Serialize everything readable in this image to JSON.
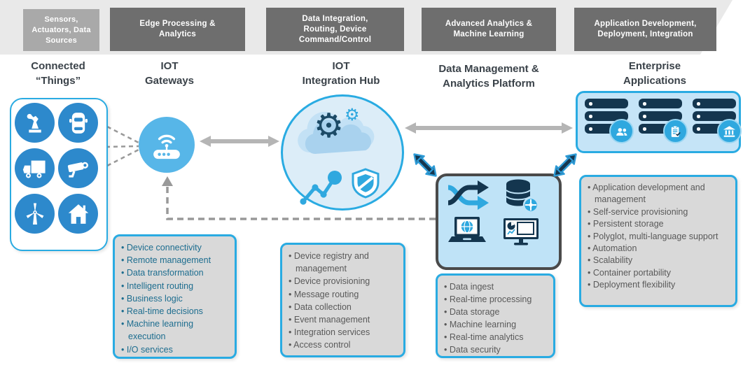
{
  "colors": {
    "accent_blue": "#29abe2",
    "icon_blue": "#2d89cc",
    "gateway_blue": "#57b6e8",
    "dark_navy": "#14364f",
    "light_blue_fill": "#c5e4f7",
    "hub_fill": "#dcedf8",
    "list_box_gray": "#d9d9d9",
    "list_text_gray": "#595959",
    "list_text_teal": "#1d6d8f",
    "stage_dark_gray": "#6e6e6e",
    "stage_light_gray": "#a9a9a9",
    "banner_gray": "#e9e9e9",
    "arrow_gray": "#b5b5b5",
    "dashed_gray": "#999999",
    "heading_text": "#3a4249"
  },
  "banner": {
    "stages": [
      {
        "label": "Sensors,\nActuators, Data\nSources"
      },
      {
        "label": "Edge Processing &\nAnalytics"
      },
      {
        "label": "Data Integration,\nRouting, Device\nCommand/Control"
      },
      {
        "label": "Advanced Analytics &\nMachine Learning"
      },
      {
        "label": "Application Development,\nDeployment, Integration"
      }
    ]
  },
  "columns": [
    {
      "heading": "Connected\n“Things”"
    },
    {
      "heading": "IOT\nGateways"
    },
    {
      "heading": "IOT\nIntegration Hub"
    },
    {
      "heading": "Data Management &\nAnalytics Platform"
    },
    {
      "heading": "Enterprise\nApplications"
    }
  ],
  "things": {
    "icons": [
      "robot-arm",
      "connected-car",
      "truck",
      "security-camera",
      "wind-turbine",
      "smart-home"
    ]
  },
  "gateway": {
    "icon": "wifi-router"
  },
  "hub": {
    "icons": [
      "cloud",
      "gear",
      "small-gear",
      "analytics-graph",
      "security-shield"
    ]
  },
  "platform": {
    "icons": [
      "data-flow-arrows",
      "database-target",
      "laptop-globe",
      "monitor-analytics"
    ]
  },
  "enterprise": {
    "server_badges": [
      "users",
      "clipboard-check",
      "bank-columns"
    ]
  },
  "lists": {
    "gateway": {
      "items": [
        "Device connectivity",
        "Remote management",
        "Data transformation",
        "Intelligent routing",
        "Business logic",
        "Real-time decisions",
        "Machine learning execution",
        "I/O services"
      ]
    },
    "hub": {
      "items": [
        "Device registry and management",
        "Device provisioning",
        "Message routing",
        "Data collection",
        "Event management",
        "Integration services",
        "Access control"
      ]
    },
    "platform": {
      "items": [
        "Data ingest",
        "Real-time processing",
        "Data storage",
        "Machine learning",
        "Real-time analytics",
        "Data security"
      ]
    },
    "enterprise": {
      "items": [
        "Application development and management",
        "Self-service provisioning",
        "Persistent storage",
        "Polyglot, multi-language support",
        "Automation",
        "Scalability",
        "Container portability",
        "Deployment flexibility"
      ]
    }
  }
}
